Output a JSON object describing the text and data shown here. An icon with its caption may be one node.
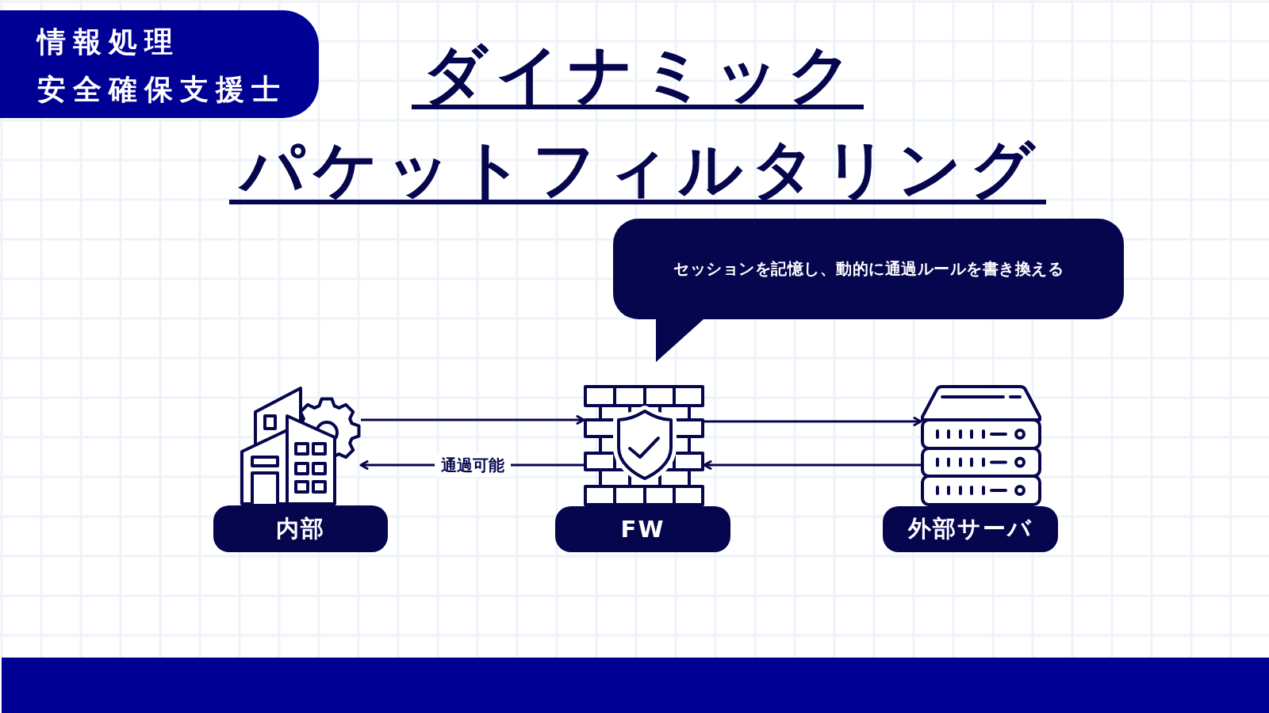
{
  "diagram": {
    "title": "ダイナミックパケットフィルタリング",
    "nodes": [
      {
        "text": [
          "情報処理安全確保支援士"
        ]
      },
      {
        "text": [
          "セッションを記憶し、動的に通過ルールを書き換える"
        ]
      },
      {
        "text": [],
        "shape": "picture"
      },
      {
        "text": [],
        "shape": "picture"
      },
      {
        "text": [],
        "shape": "picture"
      },
      {
        "text": [
          "内部"
        ]
      },
      {
        "text": [
          "FW"
        ]
      },
      {
        "text": [
          "外部サーバ"
        ]
      }
    ],
    "edges": [
      {
        "from": 2,
        "to": 3,
        "arrow": "to"
      },
      {
        "from": 3,
        "to": 2,
        "arrow": "to",
        "label": "通過可能"
      },
      {
        "from": 3,
        "to": 4,
        "arrow": "to"
      },
      {
        "from": 4,
        "to": 3,
        "arrow": "to"
      }
    ]
  }
}
